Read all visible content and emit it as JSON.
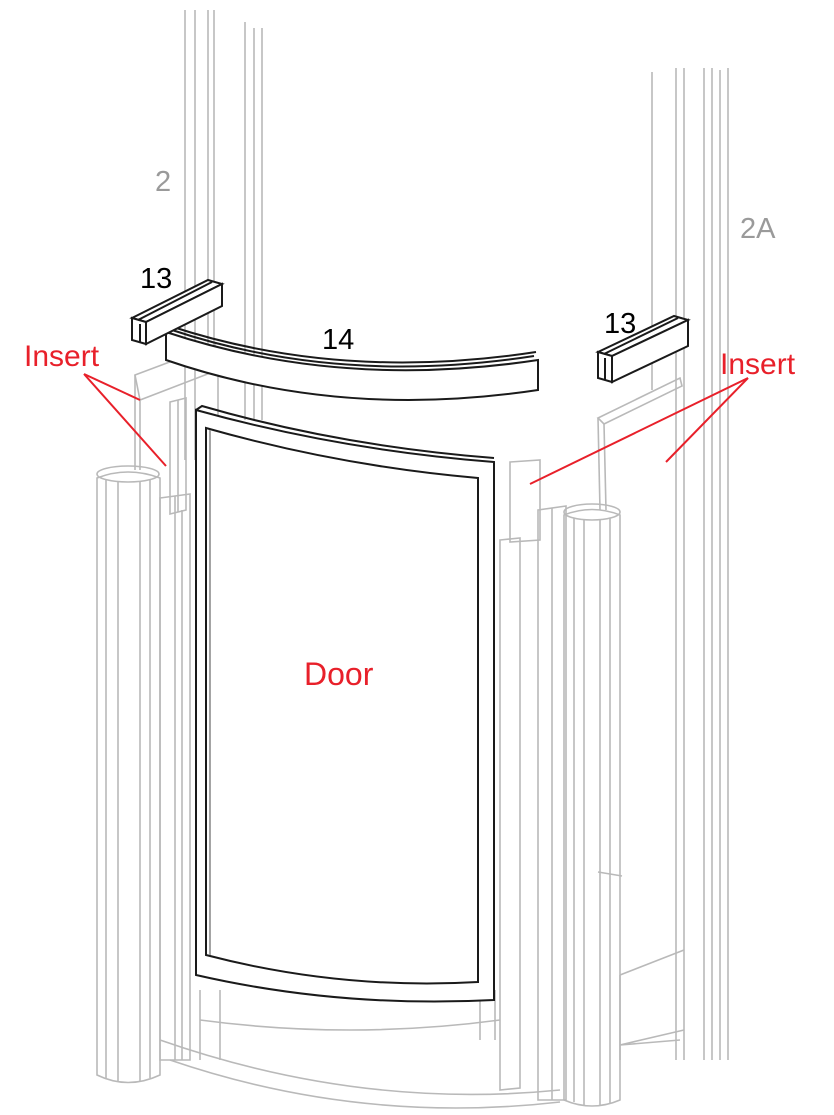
{
  "labels": {
    "ref_2": "2",
    "ref_2a": "2A",
    "part_13_left": "13",
    "part_13_right": "13",
    "part_14": "14",
    "insert_left": "Insert",
    "insert_right": "Insert",
    "door": "Door"
  },
  "colors": {
    "annotation": "#e8202a",
    "part_number": "#000000",
    "reference_number": "#9a9a9a",
    "ghost_lines": "#b9b9b9"
  }
}
